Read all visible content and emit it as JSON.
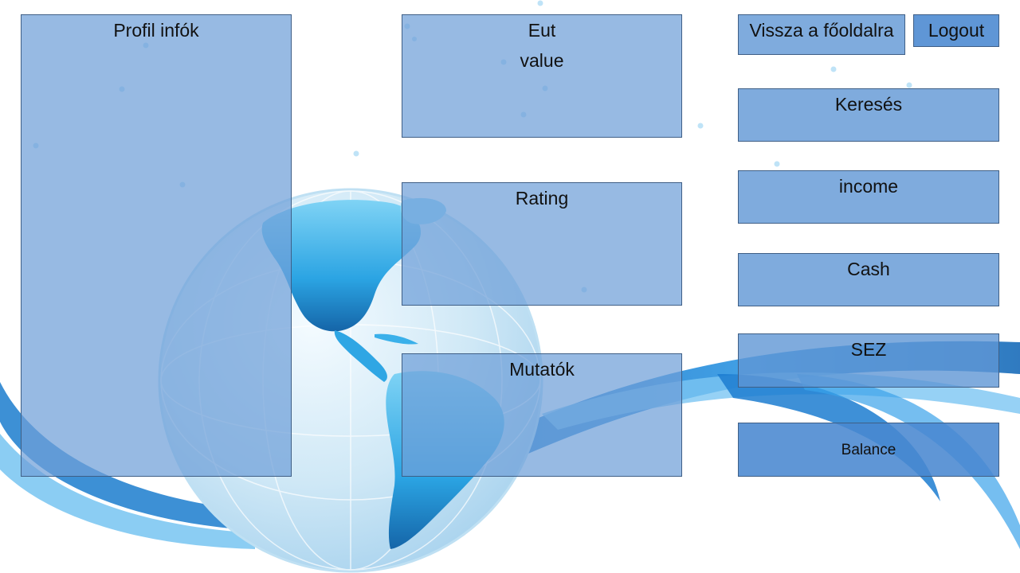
{
  "profile": {
    "title": "Profil infók"
  },
  "eut": {
    "title": "Eut",
    "value": "value"
  },
  "rating": {
    "title": "Rating"
  },
  "mutatok": {
    "title": "Mutatók"
  },
  "nav": {
    "home_label": "Vissza a főoldalra",
    "logout_label": "Logout"
  },
  "menu": {
    "search_label": "Keresés",
    "income_label": "income",
    "cash_label": "Cash",
    "sez_label": "SEZ",
    "balance_label": "Balance"
  },
  "colors": {
    "panel": "#6fa0d8",
    "button_dark": "#4988d0",
    "swoosh_blue": "#1a7fcf",
    "globe_light": "#cfe8f6"
  }
}
